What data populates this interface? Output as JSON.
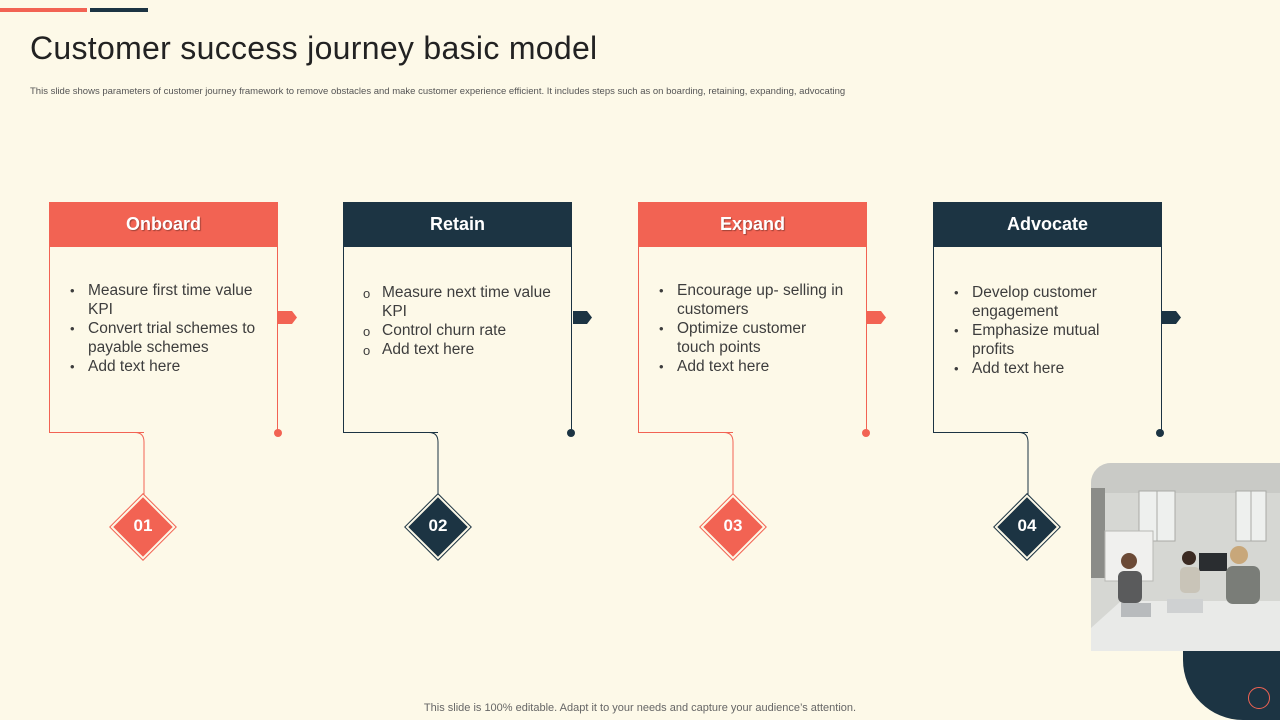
{
  "title": "Customer success journey basic model",
  "subtitle": "This slide shows parameters of customer journey framework to remove obstacles and make customer experience efficient. It includes steps such as on boarding, retaining, expanding, advocating",
  "footer": "This slide is 100% editable. Adapt it to your needs and capture your audience’s attention.",
  "colors": {
    "coral": "#f26353",
    "navy": "#1c3443",
    "background": "#fdf9e8"
  },
  "stages": [
    {
      "name": "Onboard",
      "number": "01",
      "color": "coral",
      "bullets": [
        "Measure first time value KPI",
        "Convert trial schemes to payable schemes",
        "Add text here"
      ]
    },
    {
      "name": "Retain",
      "number": "02",
      "color": "navy",
      "bullets": [
        "Measure next time value KPI",
        "Control churn rate",
        "Add text here"
      ]
    },
    {
      "name": "Expand",
      "number": "03",
      "color": "coral",
      "bullets": [
        "Encourage up- selling  in customers",
        "Optimize customer touch points",
        "Add text here"
      ]
    },
    {
      "name": "Advocate",
      "number": "04",
      "color": "navy",
      "bullets": [
        "Develop customer engagement",
        "Emphasize mutual profits",
        "Add text here"
      ]
    }
  ]
}
